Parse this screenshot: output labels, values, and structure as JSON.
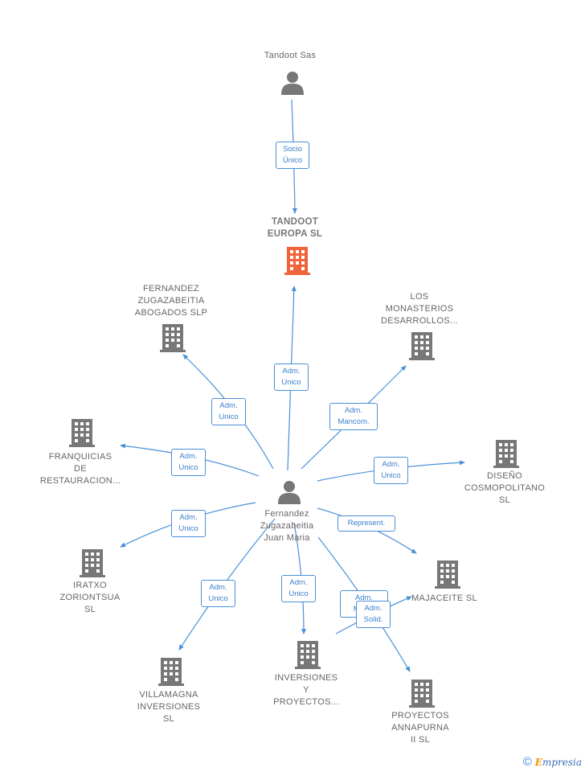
{
  "nodes": {
    "tandoot_sas": {
      "label": "Tandoot Sas",
      "type": "person"
    },
    "tandoot_europa": {
      "label": "TANDOOT\nEUROPA  SL",
      "type": "company-main"
    },
    "fernandez_abogados": {
      "label": "FERNANDEZ\nZUGAZABEITIA\nABOGADOS  SLP",
      "type": "company"
    },
    "los_monasterios": {
      "label": "LOS\nMONASTERIOS\nDESARROLLOS...",
      "type": "company"
    },
    "franquicias": {
      "label": "FRANQUICIAS\nDE\nRESTAURACION...",
      "type": "company"
    },
    "diseno": {
      "label": "DISEÑO\nCOSMOPOLITANO\nSL",
      "type": "company"
    },
    "person_center": {
      "label": "Fernandez\nZugazabeitia\nJuan Maria",
      "type": "person"
    },
    "iratxo": {
      "label": "IRATXO\nZORIONTSUA\nSL",
      "type": "company"
    },
    "majaceite": {
      "label": "MAJACEITE  SL",
      "type": "company"
    },
    "villamagna": {
      "label": "VILLAMAGNA\nINVERSIONES\nSL",
      "type": "company"
    },
    "inversiones": {
      "label": "INVERSIONES\nY\nPROYECTOS...",
      "type": "company"
    },
    "annapurna": {
      "label": "PROYECTOS\nANNAPURNA\nII  SL",
      "type": "company"
    }
  },
  "relations": {
    "socio_unico": "Socio\nÚnico",
    "adm_unico_tandoot": "Adm.\nUnico",
    "adm_unico_abogados": "Adm.\nUnico",
    "adm_mancom": "Adm.\nMancom.",
    "adm_unico_franquicias": "Adm.\nUnico",
    "adm_unico_diseno": "Adm.\nUnico",
    "adm_unico_iratxo": "Adm.\nUnico",
    "represent": "Represent.",
    "adm_unico_villamagna": "Adm.\nUnico",
    "adm_unico_inversiones": "Adm.\nUnico",
    "adm_majaceite": "Adm.\nMan...",
    "adm_solid": "Adm.\nSolid."
  },
  "colors": {
    "edge": "#4a90d9",
    "company_icon": "#777777",
    "main_company_icon": "#f0643c",
    "person_icon": "#777777"
  },
  "footer": {
    "copyright": "©",
    "brand_e": "E",
    "brand_rest": "mpresia"
  }
}
